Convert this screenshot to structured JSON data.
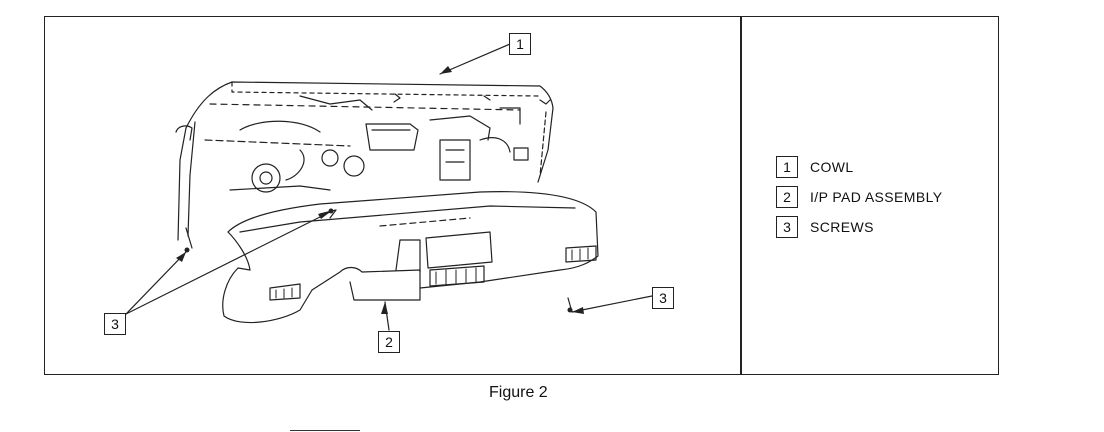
{
  "figure": {
    "caption": "Figure 2",
    "legend": [
      {
        "number": "1",
        "label": "COWL"
      },
      {
        "number": "2",
        "label": "I/P PAD ASSEMBLY"
      },
      {
        "number": "3",
        "label": "SCREWS"
      }
    ],
    "callouts": {
      "cowl": "1",
      "pad": "2",
      "screws_left": "3",
      "screws_right": "3"
    }
  }
}
